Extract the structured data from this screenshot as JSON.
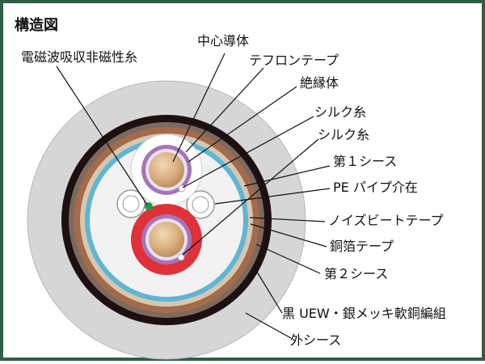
{
  "title": "構造図",
  "labels": {
    "center_conductor": "中心導体",
    "em_absorbing_yarn": "電磁波吸収非磁性糸",
    "teflon_tape": "テフロンテープ",
    "insulator": "絶縁体",
    "silk_yarn_1": "シルク糸",
    "silk_yarn_2": "シルク糸",
    "first_sheath": "第１シース",
    "pe_pipe_filler": "PE パイプ介在",
    "noise_beat_tape": "ノイズビートテープ",
    "copper_foil_tape": "銅箔テープ",
    "second_sheath": "第２シース",
    "braid": "黒 UEW・銀メッキ軟銅編組",
    "outer_sheath": "外シース"
  },
  "colors": {
    "frame": "#2f5f46",
    "outer_sheath": "#d6d6d6",
    "braid": "#1e1010",
    "second_sheath": "#7a6a60",
    "copper_foil": "#a36b4a",
    "noise_beat": "#d7c7b1",
    "first_sheath": "#5fb6d4",
    "core": "#f2f2f2",
    "conductor": "#d9ad7e",
    "insulator_purple": "#a575b6",
    "red_jacket": "#e0303a",
    "green_yarn": "#1f9a46"
  }
}
